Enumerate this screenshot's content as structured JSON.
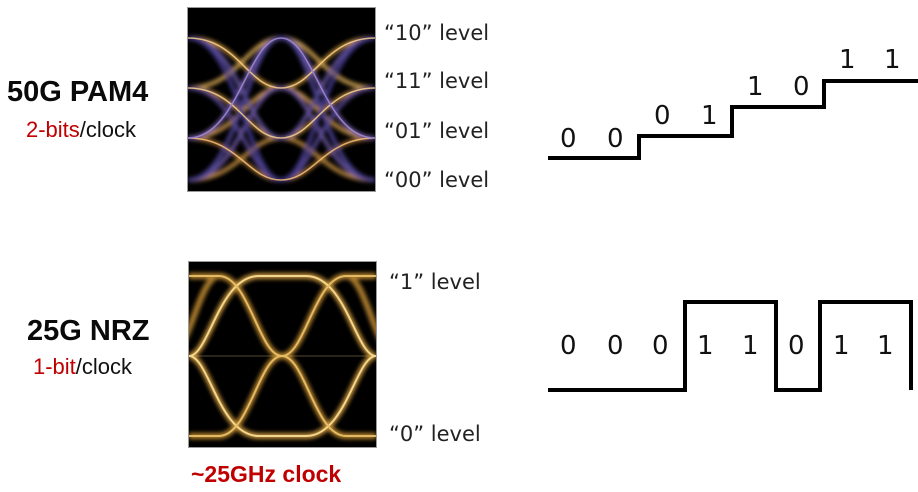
{
  "pam4": {
    "title": "50G PAM4",
    "rate_highlight": "2-bits",
    "rate_suffix": "/clock",
    "levels": [
      "“10” level",
      "“11” level",
      "“01” level",
      "“00” level"
    ],
    "bits": [
      "0",
      "0",
      "0",
      "1",
      "1",
      "0",
      "1",
      "1"
    ]
  },
  "nrz": {
    "title": "25G NRZ",
    "rate_highlight": "1-bit",
    "rate_suffix": "/clock",
    "levels": [
      "“1” level",
      "“0” level"
    ],
    "bits": [
      "0",
      "0",
      "0",
      "1",
      "1",
      "0",
      "1",
      "1"
    ]
  },
  "clock_label": "~25GHz clock",
  "colors": {
    "accent_red": "#c00000",
    "waveform": "#000000"
  }
}
